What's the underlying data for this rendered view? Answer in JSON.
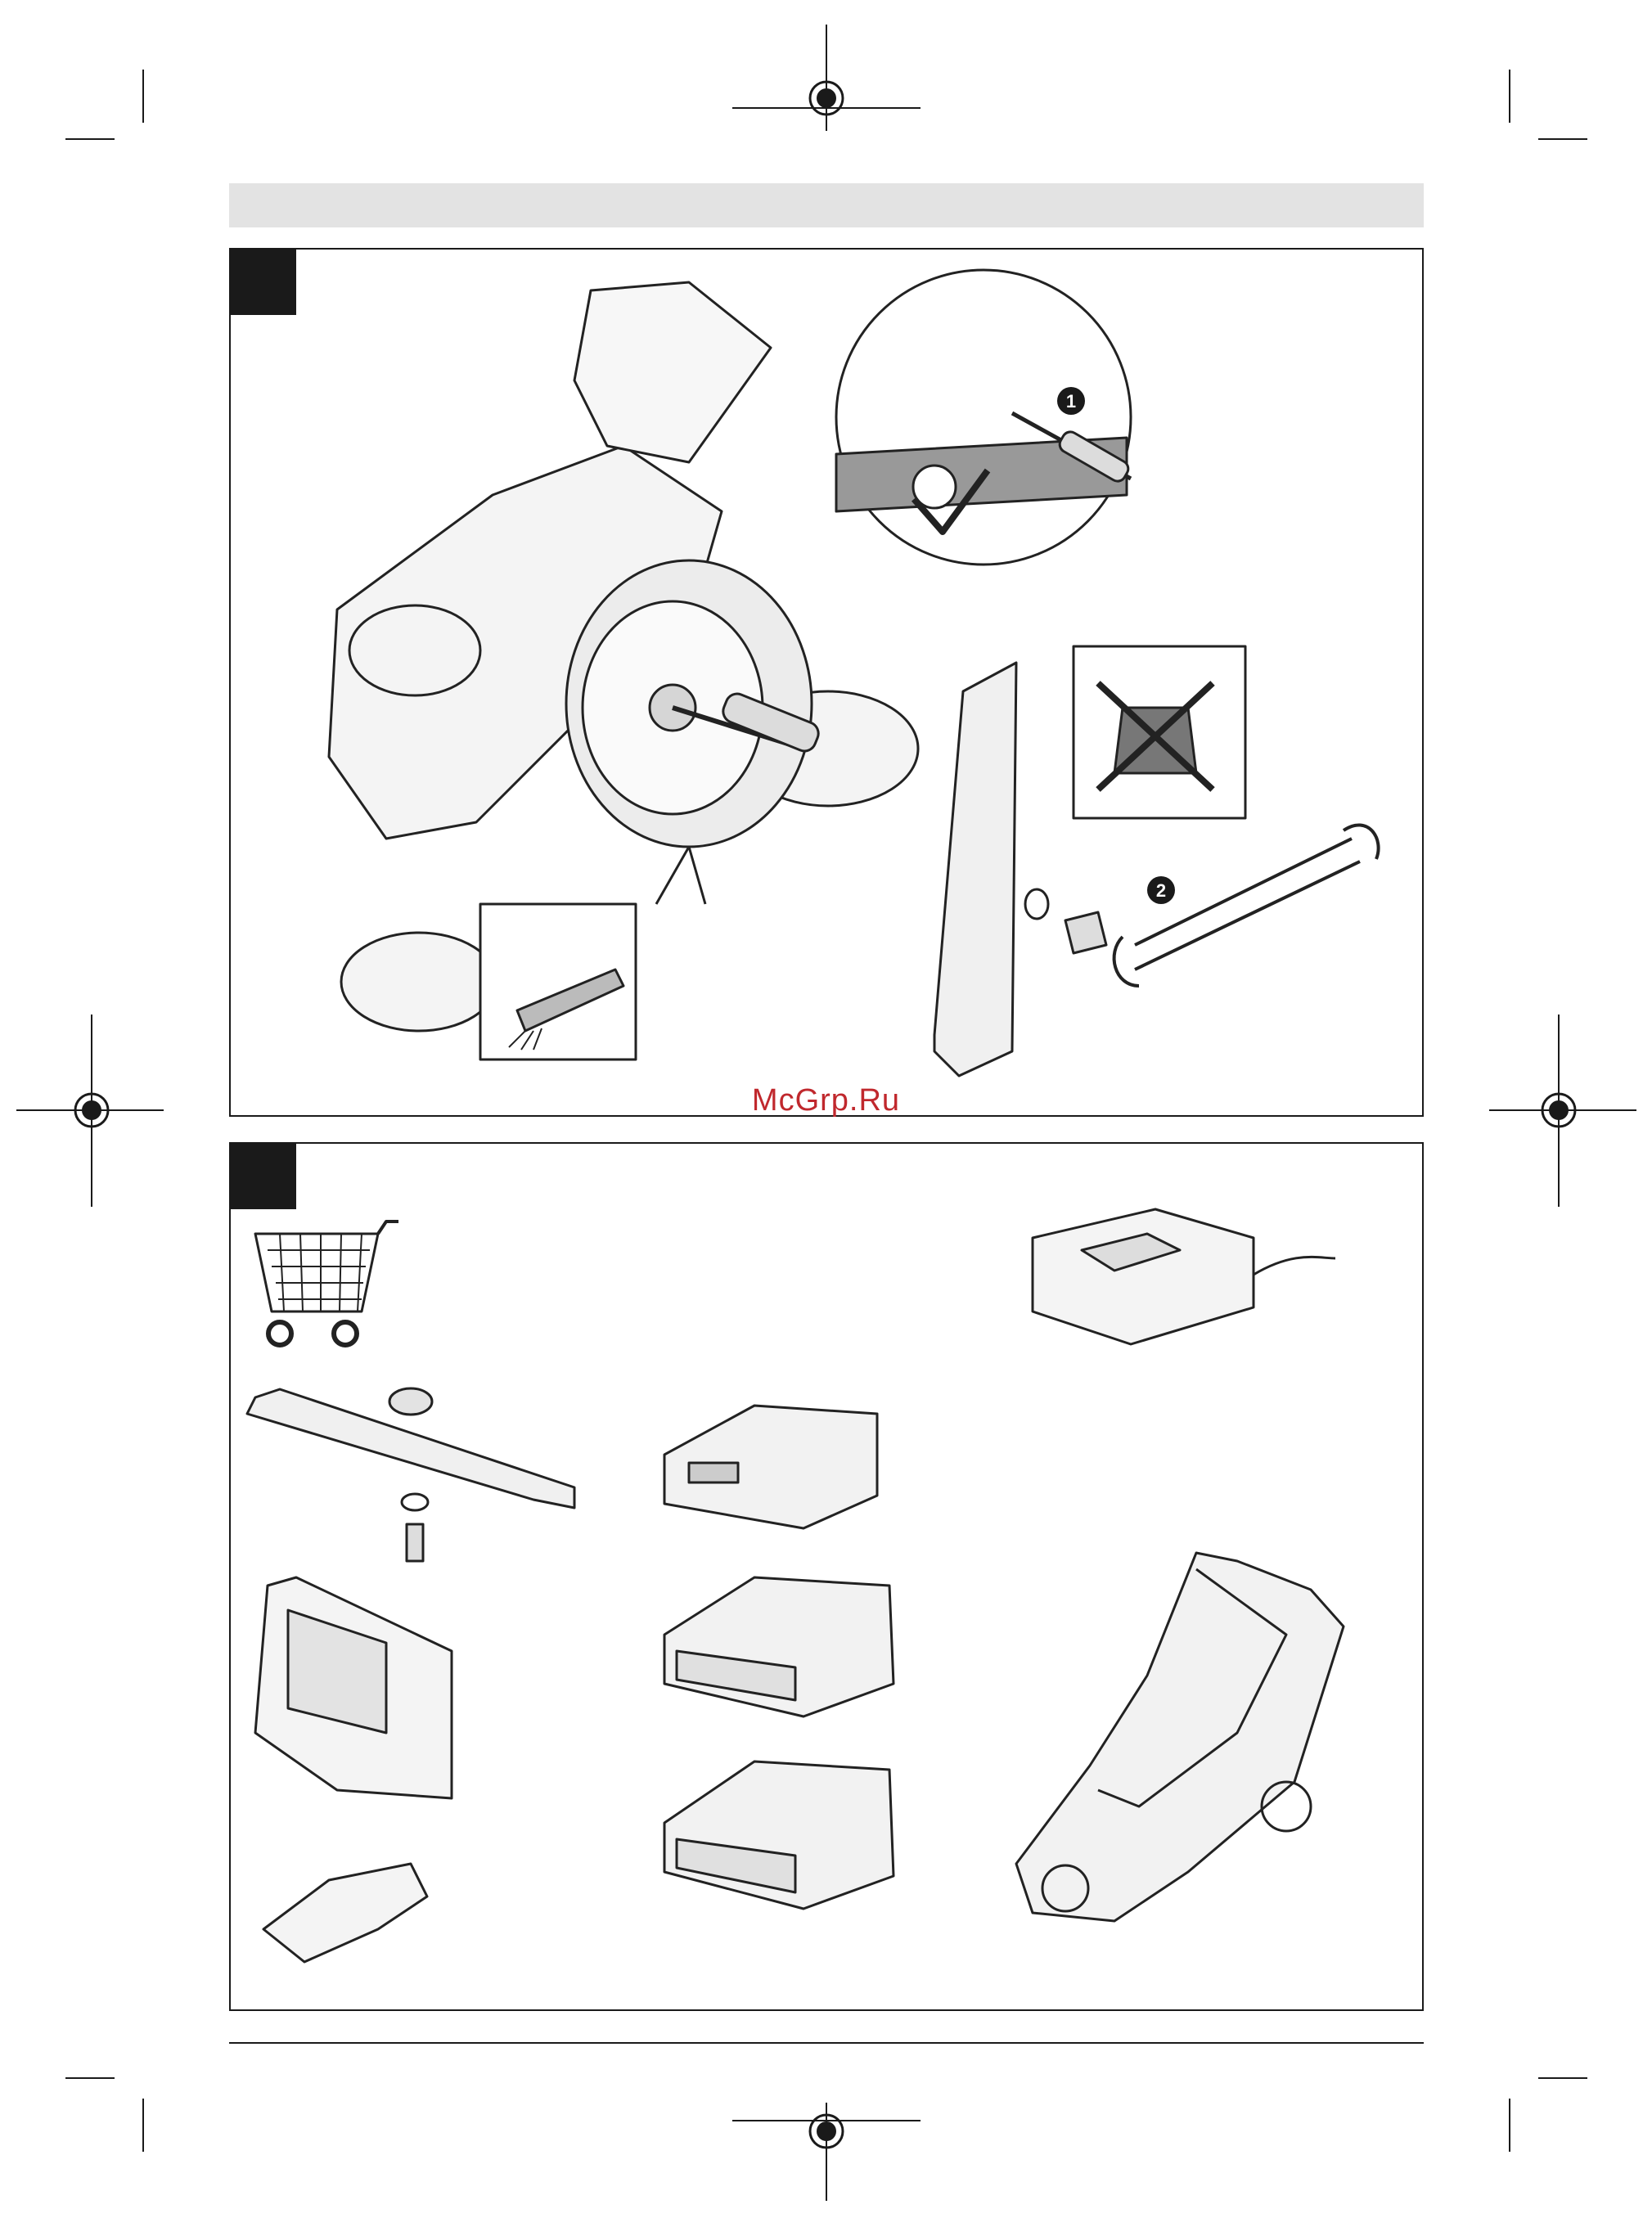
{
  "document": {
    "watermark": "McGrp.Ru"
  },
  "figures": [
    {
      "id": "blade-maintenance",
      "tag": ""
    },
    {
      "id": "accessories",
      "tag": ""
    }
  ],
  "callouts": [
    "1",
    "2"
  ]
}
